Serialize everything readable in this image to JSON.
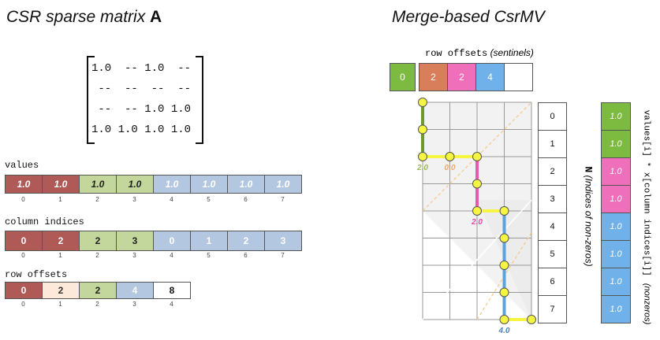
{
  "left": {
    "title_prefix": "CSR sparse matrix ",
    "title_bold": "A",
    "matrix_rows": [
      "1.0  -- 1.0  --",
      " --  --  --  --",
      " --  -- 1.0 1.0",
      "1.0 1.0 1.0 1.0"
    ],
    "values": {
      "label": "values",
      "cells": [
        {
          "text": "1.0",
          "color": "#b05a57",
          "fg": "#ffffff"
        },
        {
          "text": "1.0",
          "color": "#b05a57",
          "fg": "#ffffff"
        },
        {
          "text": "1.0",
          "color": "#c3d69b",
          "fg": "#222222"
        },
        {
          "text": "1.0",
          "color": "#c3d69b",
          "fg": "#222222"
        },
        {
          "text": "1.0",
          "color": "#b4c7e0",
          "fg": "#ffffff"
        },
        {
          "text": "1.0",
          "color": "#b4c7e0",
          "fg": "#ffffff"
        },
        {
          "text": "1.0",
          "color": "#b4c7e0",
          "fg": "#ffffff"
        },
        {
          "text": "1.0",
          "color": "#b4c7e0",
          "fg": "#ffffff"
        }
      ],
      "indices": [
        "0",
        "1",
        "2",
        "3",
        "4",
        "5",
        "6",
        "7"
      ]
    },
    "column_indices": {
      "label": "column indices",
      "cells": [
        {
          "text": "0",
          "color": "#b05a57",
          "fg": "#ffffff"
        },
        {
          "text": "2",
          "color": "#b05a57",
          "fg": "#ffffff"
        },
        {
          "text": "2",
          "color": "#c3d69b",
          "fg": "#222222"
        },
        {
          "text": "3",
          "color": "#c3d69b",
          "fg": "#222222"
        },
        {
          "text": "0",
          "color": "#b4c7e0",
          "fg": "#ffffff"
        },
        {
          "text": "1",
          "color": "#b4c7e0",
          "fg": "#ffffff"
        },
        {
          "text": "2",
          "color": "#b4c7e0",
          "fg": "#ffffff"
        },
        {
          "text": "3",
          "color": "#b4c7e0",
          "fg": "#ffffff"
        }
      ],
      "indices": [
        "0",
        "1",
        "2",
        "3",
        "4",
        "5",
        "6",
        "7"
      ]
    },
    "row_offsets": {
      "label": "row offsets",
      "cells": [
        {
          "text": "0",
          "color": "#b05a57",
          "fg": "#ffffff"
        },
        {
          "text": "2",
          "color": "#fde9d9",
          "fg": "#333333"
        },
        {
          "text": "2",
          "color": "#c3d69b",
          "fg": "#222222"
        },
        {
          "text": "4",
          "color": "#b4c7e0",
          "fg": "#ffffff"
        },
        {
          "text": "8",
          "color": "#ffffff",
          "fg": "#111111"
        }
      ],
      "indices": [
        "0",
        "1",
        "2",
        "3",
        "4"
      ]
    }
  },
  "right": {
    "title": "Merge-based CsrMV",
    "sentinel_label": "row offsets",
    "sentinel_note": "(sentinels)",
    "sentinel_cells": [
      {
        "text": "0",
        "color": "#7dba40"
      },
      {
        "text": "2",
        "color": "#d97e5b"
      },
      {
        "text": "2",
        "color": "#ef6fbb"
      },
      {
        "text": "4",
        "color": "#6fb1e8"
      },
      {
        "text": "",
        "color": "#ffffff"
      }
    ],
    "nz_indices": [
      "0",
      "1",
      "2",
      "3",
      "4",
      "5",
      "6",
      "7"
    ],
    "n_symbol": "N",
    "nz_axis_label": "(Indices of non-zeros)",
    "values_cells": [
      {
        "text": "1.0",
        "color": "#7dba40"
      },
      {
        "text": "1.0",
        "color": "#7dba40"
      },
      {
        "text": "1.0",
        "color": "#ef6fbb"
      },
      {
        "text": "1.0",
        "color": "#ef6fbb"
      },
      {
        "text": "1.0",
        "color": "#6fb1e8"
      },
      {
        "text": "1.0",
        "color": "#6fb1e8"
      },
      {
        "text": "1.0",
        "color": "#6fb1e8"
      },
      {
        "text": "1.0",
        "color": "#6fb1e8"
      }
    ],
    "values_expr": "values[i] * x[column indices[i]]",
    "nonzeros_note": "(nonzeros)",
    "row_results": [
      {
        "text": "2.0",
        "color": "#9bbb59"
      },
      {
        "text": "0.0",
        "color": "#f2a96a"
      },
      {
        "text": "2.0",
        "color": "#e04ca8"
      },
      {
        "text": "4.0",
        "color": "#4f81bd"
      }
    ],
    "colors": {
      "green": "#6d9a2e",
      "pink": "#e85ab0",
      "blue": "#5aa3dd",
      "yellow": "#f5f542",
      "grid": "#999999"
    }
  }
}
